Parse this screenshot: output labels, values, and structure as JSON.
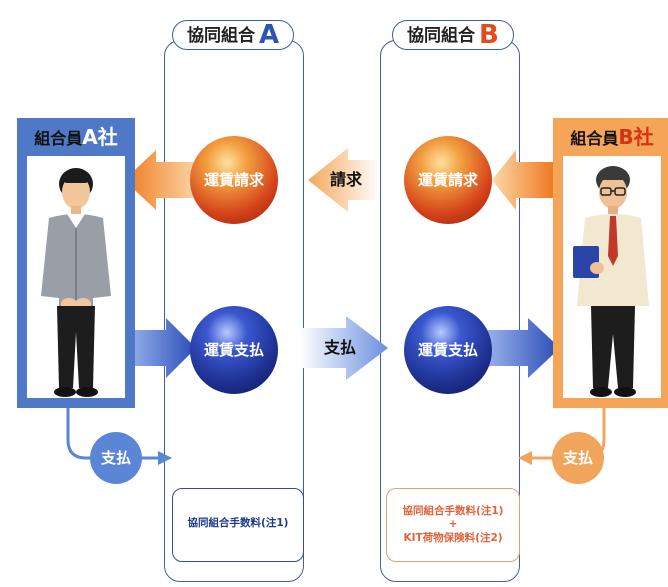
{
  "coop_a": {
    "label": "協同組合",
    "letter": "A"
  },
  "coop_b": {
    "label": "協同組合",
    "letter": "B"
  },
  "member_a": {
    "prefix": "組合員",
    "company": "A社"
  },
  "member_b": {
    "prefix": "組合員",
    "company": "B社"
  },
  "balls": {
    "a_invoice": "運賃請求",
    "b_invoice": "運賃請求",
    "a_payment": "運賃支払",
    "b_payment": "運賃支払"
  },
  "arrows": {
    "invoice": "請求",
    "payment": "支払"
  },
  "pay_circles": {
    "a": "支払",
    "b": "支払"
  },
  "fees": {
    "a": "協同組合手数料(注1)",
    "b_line1": "協同組合手数料(注1)",
    "b_plus": "+",
    "b_line2": "KIT荷物保険料(注2)"
  },
  "colors": {
    "coop_a_letter": "#2c55b3",
    "coop_b_letter": "#e04c1c",
    "member_a_frame": "#4f78c6",
    "member_b_frame": "#f4a557",
    "invoice_arrow": "#f08a2e",
    "payment_arrow": "#2e4fb5"
  }
}
